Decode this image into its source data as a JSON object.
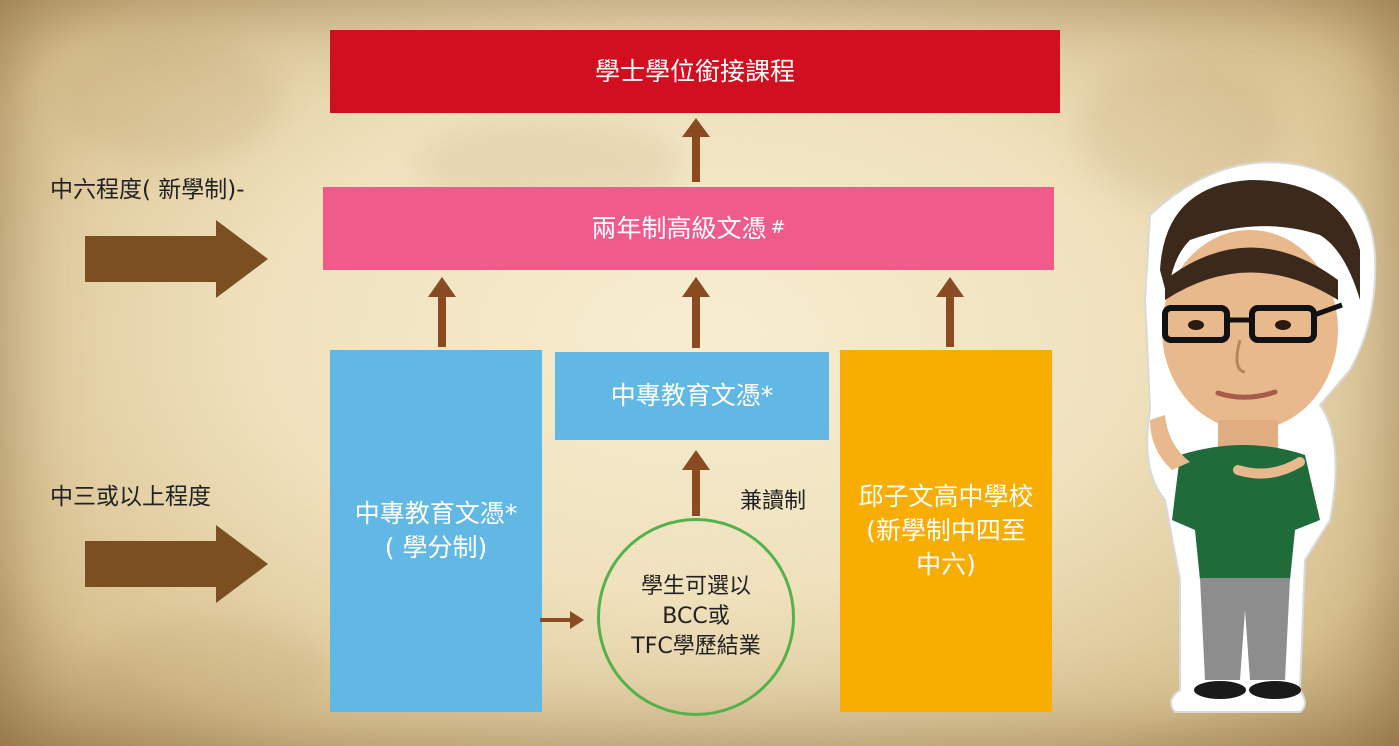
{
  "diagram": {
    "top_box": "學士學位銜接課程",
    "middle_box": "兩年制高級文憑",
    "middle_box_mark": "#",
    "left_column": {
      "line1": "中專教育文憑*",
      "line2": "( 學分制)"
    },
    "center_box": "中專教育文憑*",
    "right_column": {
      "line1": "邱子文高中學校",
      "line2": "(新學制中四至",
      "line3": "中六)"
    },
    "circle": {
      "line1": "學生可選以",
      "line2": "BCC或",
      "line3": "TFC學歷結業"
    },
    "part_time_label": "兼讀制",
    "entry_levels": {
      "upper": "中六程度( 新學制)-",
      "lower": "中三或以上程度"
    }
  },
  "colors": {
    "top_box": "#d20f21",
    "middle_box": "#ef5c8c",
    "blue": "#62b8e4",
    "orange": "#f7ae00",
    "arrow": "#8a4a22",
    "big_arrow": "#7b4f22",
    "circle_border": "#55b14a"
  }
}
